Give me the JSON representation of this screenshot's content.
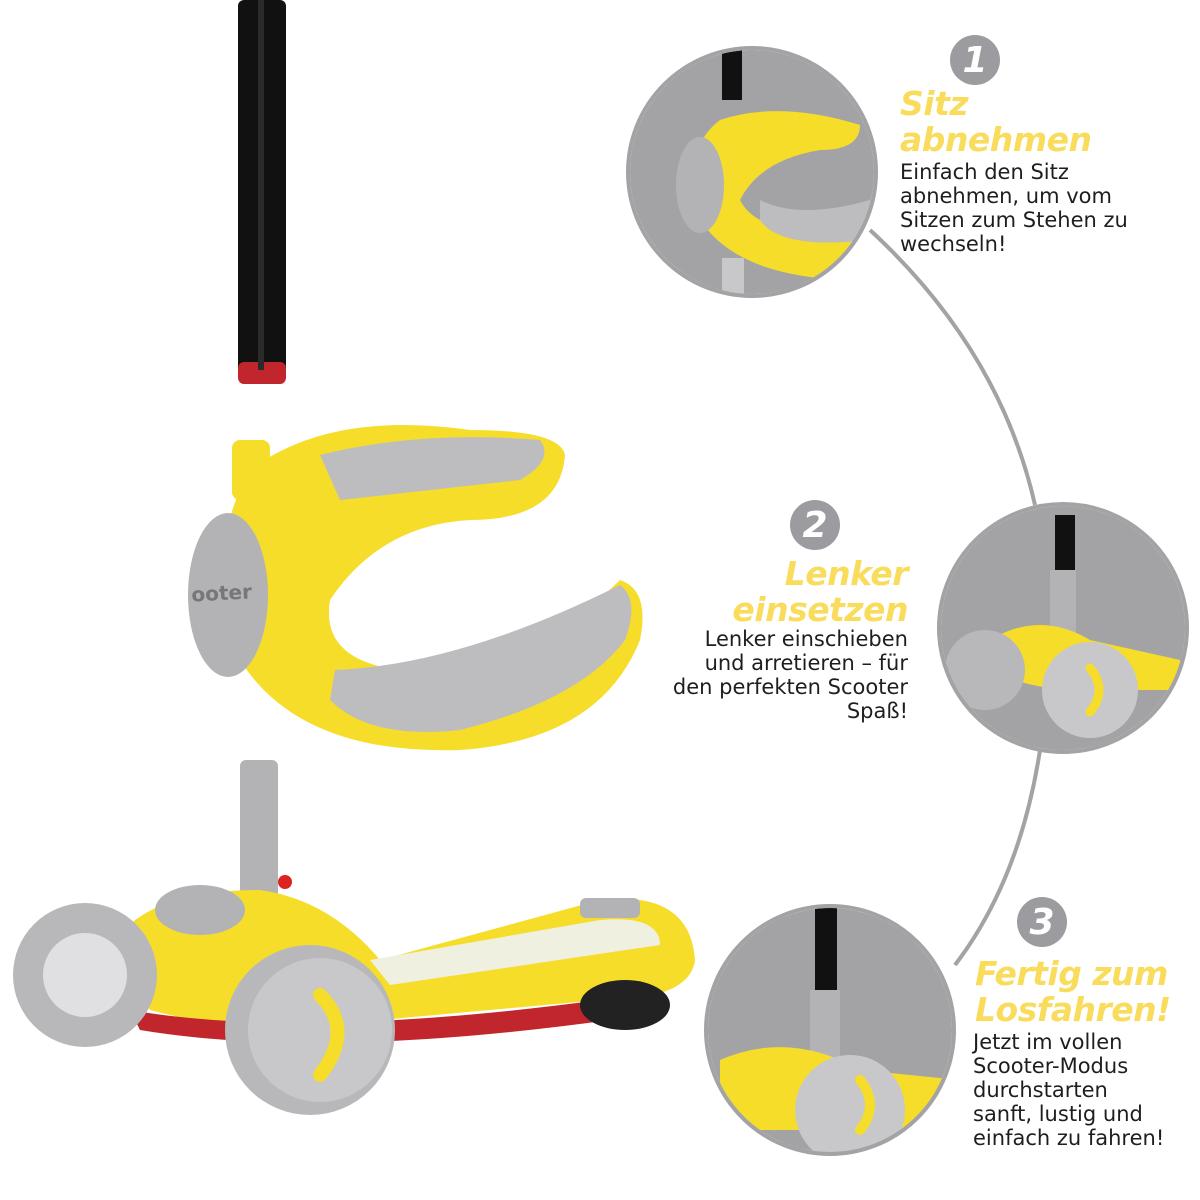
{
  "colors": {
    "accent_yellow": "#f9dc5c",
    "badge_gray": "#9c9ca0",
    "circle_gray": "#a3a3a6",
    "scooter_yellow": "#f5dd2a",
    "scooter_gray": "#b8b8bb"
  },
  "steps": [
    {
      "number": "1",
      "title_lines": [
        "Sitz",
        "abnehmen"
      ],
      "body_lines": [
        "Einfach den Sitz",
        "abnehmen, um vom",
        "Sitzen zum Stehen zu",
        "wechseln!"
      ]
    },
    {
      "number": "2",
      "title_lines": [
        "Lenker",
        "einsetzen"
      ],
      "body_lines": [
        "Lenker einschieben",
        "und  arretieren – für",
        "den perfekten Scooter",
        "Spaß!"
      ]
    },
    {
      "number": "3",
      "title_lines": [
        "Fertig zum",
        "Losfahren!"
      ],
      "body_lines": [
        "Jetzt im vollen",
        "Scooter-Modus",
        "durchstarten",
        "sanft, lustig und",
        "einfach zu fahren!"
      ]
    }
  ],
  "product": {
    "seat_logo_text": "ooter"
  }
}
